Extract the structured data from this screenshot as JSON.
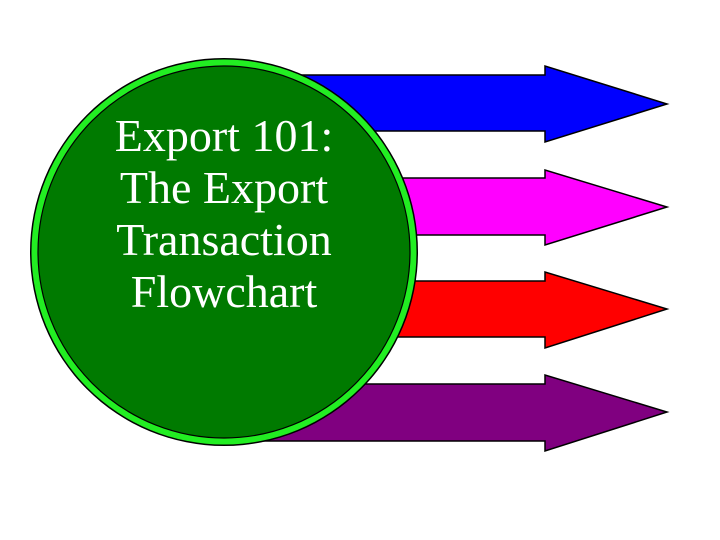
{
  "diagram": {
    "title_lines": [
      "Export 101:",
      "The Export",
      "Transaction",
      "Flowchart"
    ],
    "circle": {
      "fill": "#007A00",
      "ring": "#22EE22",
      "outline": "#000000"
    },
    "arrows": [
      {
        "name": "arrow-blue",
        "color": "#0000FF"
      },
      {
        "name": "arrow-magenta",
        "color": "#FF00FF"
      },
      {
        "name": "arrow-red",
        "color": "#FF0000"
      },
      {
        "name": "arrow-purple",
        "color": "#800080"
      }
    ]
  }
}
